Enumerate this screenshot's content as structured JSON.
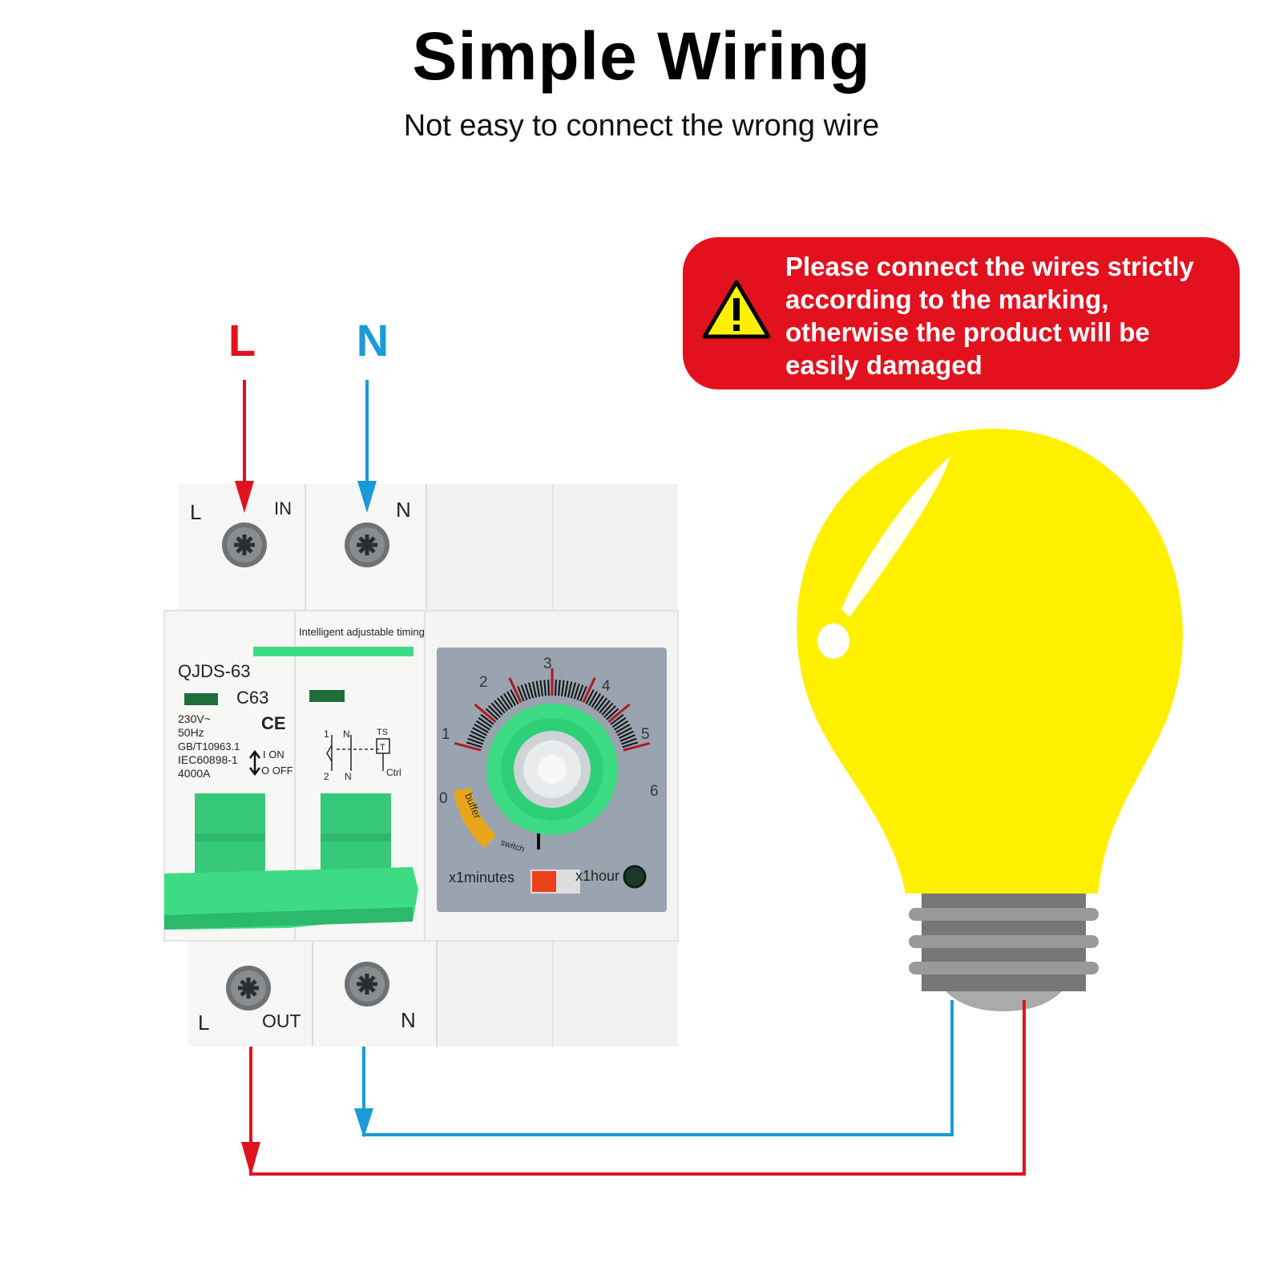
{
  "title": "Simple Wiring",
  "subtitle": "Not easy to connect the wrong wire",
  "warning": {
    "icon": "warning-triangle-icon",
    "lines": [
      "Please connect the wires strictly",
      "according to the marking,",
      "otherwise the product will be",
      "easily damaged"
    ]
  },
  "wire_labels": {
    "live": "L",
    "neutral": "N"
  },
  "terminals": {
    "top_left": "L",
    "top_in": "IN",
    "top_right": "N",
    "bottom_left": "L",
    "bottom_out": "OUT",
    "bottom_right": "N"
  },
  "device": {
    "strip_label": "Intelligent adjustable timing",
    "model": "QJDS-63",
    "rating": "C63",
    "ce_mark": "CE",
    "specs": [
      "230V~",
      "50Hz",
      "GB/T10963.1",
      "IEC60898-1",
      "4000A"
    ],
    "on_label": "I ON",
    "off_label": "O OFF",
    "schematic": {
      "l1": "1",
      "n_top": "N",
      "ts": "TS",
      "t": "T",
      "l2": "2",
      "n_bottom": "N",
      "ctrl": "Ctrl"
    }
  },
  "timer": {
    "scale": [
      "0",
      "1",
      "2",
      "3",
      "4",
      "5",
      "6"
    ],
    "buffer_label": "buffer",
    "switch_label": "switch",
    "minutes_label": "x1minutes",
    "hour_label": "x1hour"
  },
  "colors": {
    "live": "#e0121f",
    "neutral": "#1a9ad8",
    "bulb": "#fff000",
    "breaker_green": "#3ddc84",
    "warning_red": "#e3111e"
  }
}
